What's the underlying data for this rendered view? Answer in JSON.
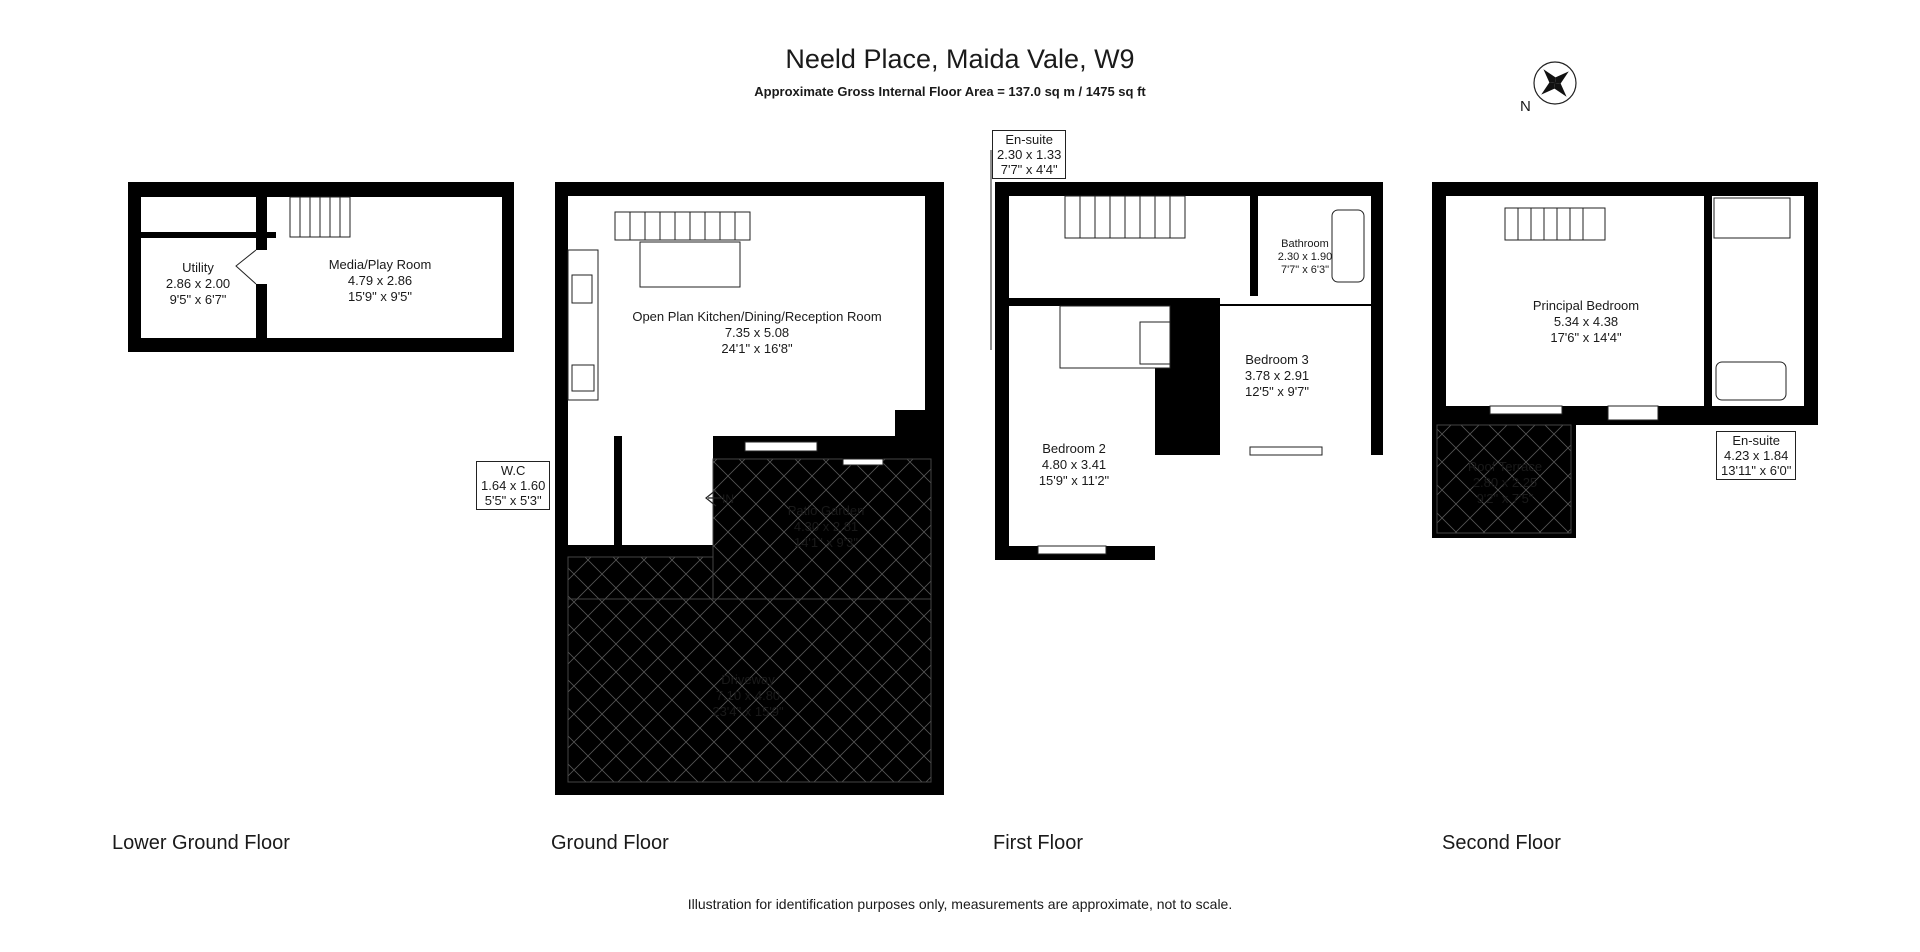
{
  "header": {
    "title": "Neeld Place, Maida Vale, W9",
    "subtitle": "Approximate Gross Internal Floor Area  = 137.0 sq m  / 1475 sq ft"
  },
  "compass": {
    "letter": "N"
  },
  "floors": {
    "lower_ground": {
      "label": "Lower Ground Floor",
      "utility": {
        "name": "Utility",
        "metric": "2.86 x 2.00",
        "imperial": "9'5\" x 6'7\""
      },
      "media": {
        "name": "Media/Play Room",
        "metric": "4.79 x 2.86",
        "imperial": "15'9\" x 9'5\""
      }
    },
    "ground": {
      "label": "Ground Floor",
      "kitchen": {
        "name": "Open Plan Kitchen/Dining/Reception Room",
        "metric": "7.35 x 5.08",
        "imperial": "24'1\" x 16'8\""
      },
      "wc": {
        "name": "W.C",
        "metric": "1.64 x 1.60",
        "imperial": "5'5\" x 5'3\""
      },
      "patio": {
        "name": "Patio Garden",
        "metric": "4.30 x 2.81",
        "imperial": "14'1\" x 9'3\""
      },
      "driveway": {
        "name": "Driveway",
        "metric": "7.10 x 4.80",
        "imperial": "23'4\" x 15'9\""
      },
      "entrance": "IN"
    },
    "first": {
      "label": "First Floor",
      "ensuite": {
        "name": "En-suite",
        "metric": "2.30 x 1.33",
        "imperial": "7'7\" x 4'4\""
      },
      "bathroom": {
        "name": "Bathroom",
        "metric": "2.30 x 1.90",
        "imperial": "7'7\" x 6'3\""
      },
      "bedroom3": {
        "name": "Bedroom 3",
        "metric": "3.78 x 2.91",
        "imperial": "12'5\" x 9'7\""
      },
      "bedroom2": {
        "name": "Bedroom 2",
        "metric": "4.80 x 3.41",
        "imperial": "15'9\" x 11'2\""
      }
    },
    "second": {
      "label": "Second Floor",
      "principal": {
        "name": "Principal Bedroom",
        "metric": "5.34 x 4.38",
        "imperial": "17'6\" x 14'4\""
      },
      "ensuite": {
        "name": "En-suite",
        "metric": "4.23 x 1.84",
        "imperial": "13'11\" x 6'0\""
      },
      "terrace": {
        "name": "Roof Terrace",
        "metric": "2.80 x 2.25",
        "imperial": "9'2\" x 7'5\""
      }
    }
  },
  "footer": {
    "disclaimer": "Illustration for identification purposes only, measurements are approximate, not to scale."
  }
}
